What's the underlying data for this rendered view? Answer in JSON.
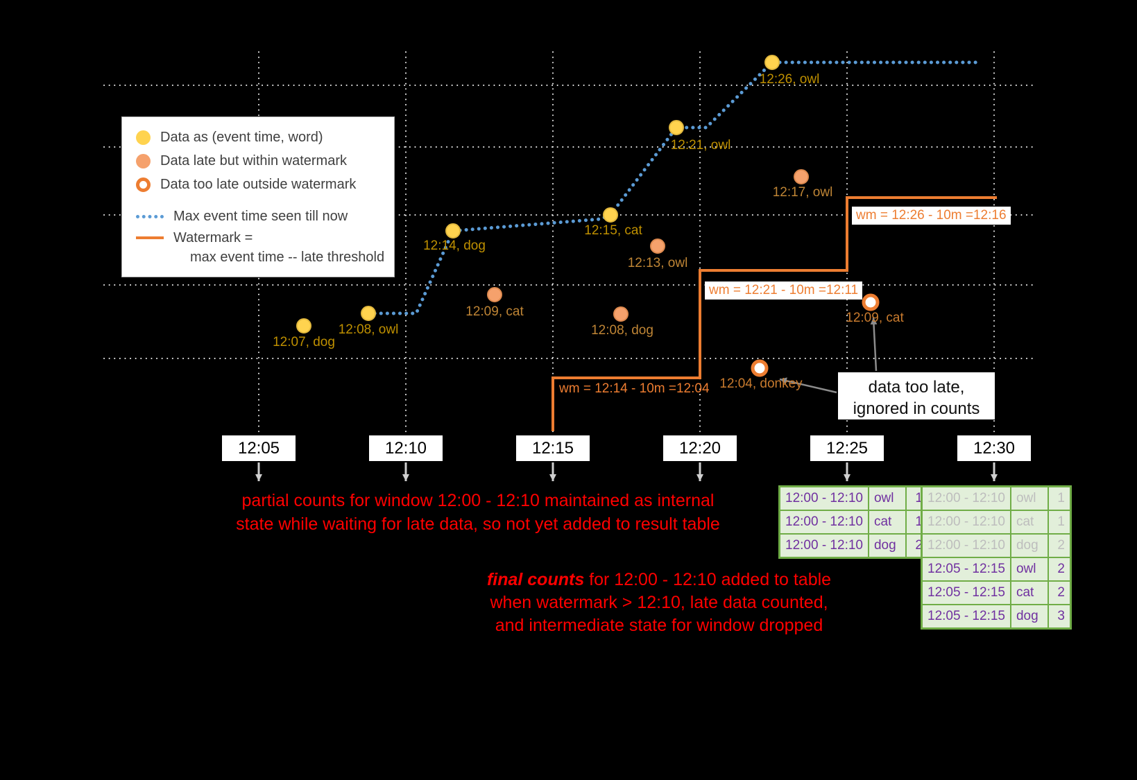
{
  "colors": {
    "ontime_point": "#FFD34F",
    "late_point": "#F5A16C",
    "toolate_ring": "#ED7D31",
    "max_event_time_line": "#5B9BD5",
    "watermark_line": "#ED7D31",
    "table_border": "#70AD47",
    "table_fill": "#E2EFDA",
    "table_text": "#7030A0",
    "note_red": "#FF0000"
  },
  "legend": {
    "items": [
      {
        "label": "Data as (event time, word)"
      },
      {
        "label": "Data late but within watermark"
      },
      {
        "label": "Data too late outside watermark"
      },
      {
        "label": "Max event time seen till now"
      },
      {
        "label": "Watermark =",
        "label2": "max event time -- late threshold"
      }
    ]
  },
  "axis": {
    "ticks": [
      "12:05",
      "12:10",
      "12:15",
      "12:20",
      "12:25",
      "12:30"
    ]
  },
  "points": [
    {
      "type": "ontime",
      "label": "12:07, dog"
    },
    {
      "type": "ontime",
      "label": "12:08, owl"
    },
    {
      "type": "ontime",
      "label": "12:14, dog"
    },
    {
      "type": "ontime",
      "label": "12:15, cat"
    },
    {
      "type": "ontime",
      "label": "12:21, owl"
    },
    {
      "type": "ontime",
      "label": "12:26, owl"
    },
    {
      "type": "late",
      "label": "12:09, cat"
    },
    {
      "type": "late",
      "label": "12:08, dog"
    },
    {
      "type": "late",
      "label": "12:13, owl"
    },
    {
      "type": "late",
      "label": "12:17, owl"
    },
    {
      "type": "toolate",
      "label": "12:04, donkey"
    },
    {
      "type": "toolate",
      "label": "12:09, cat"
    }
  ],
  "watermarks": [
    {
      "label": "wm = 12:14 - 10m =12:04"
    },
    {
      "label": "wm = 12:21 - 10m =12:11"
    },
    {
      "label": "wm = 12:26 - 10m =12:16"
    }
  ],
  "notes": {
    "partial": {
      "line1": "partial counts for window 12:00 - 12:10 maintained as internal",
      "line2": "state while waiting for late data, so not yet added  to result table"
    },
    "final": {
      "em": "final counts",
      "rest": " for 12:00 - 12:10 added to table",
      "line2": "when watermark > 12:10, late data counted,",
      "line3": "and intermediate state for window dropped"
    },
    "too_late": {
      "line1": "data too late,",
      "line2": "ignored in counts"
    }
  },
  "result_tables": {
    "at_1225": {
      "rows": [
        {
          "window": "12:00 - 12:10",
          "word": "owl",
          "count": "1"
        },
        {
          "window": "12:00 - 12:10",
          "word": "cat",
          "count": "1"
        },
        {
          "window": "12:00 - 12:10",
          "word": "dog",
          "count": "2"
        }
      ]
    },
    "at_1230": {
      "rows": [
        {
          "window": "12:00 - 12:10",
          "word": "owl",
          "count": "1",
          "state": "old"
        },
        {
          "window": "12:00 - 12:10",
          "word": "cat",
          "count": "1",
          "state": "old"
        },
        {
          "window": "12:00 - 12:10",
          "word": "dog",
          "count": "2",
          "state": "old"
        },
        {
          "window": "12:05 - 12:15",
          "word": "owl",
          "count": "2",
          "state": "new"
        },
        {
          "window": "12:05 - 12:15",
          "word": "cat",
          "count": "2",
          "state": "new"
        },
        {
          "window": "12:05 - 12:15",
          "word": "dog",
          "count": "3",
          "state": "new"
        }
      ]
    }
  }
}
